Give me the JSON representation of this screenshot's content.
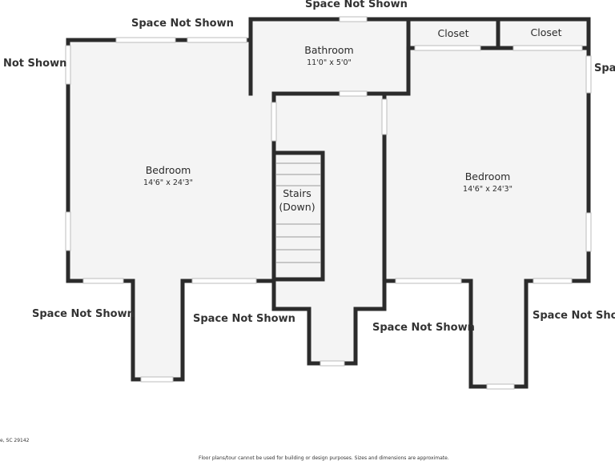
{
  "rooms": {
    "bedroom_left": {
      "name": "Bedroom",
      "dims": "14'6\" x 24'3\""
    },
    "bathroom": {
      "name": "Bathroom",
      "dims": "11'0\" x 5'0\""
    },
    "closet_a": {
      "name": "Closet"
    },
    "closet_b": {
      "name": "Closet"
    },
    "stairs": {
      "line1": "Stairs",
      "line2": "(Down)"
    },
    "bedroom_right": {
      "name": "Bedroom",
      "dims": "14'6\" x 24'3\""
    }
  },
  "space_not_shown": {
    "top_left": "Space Not Shown",
    "top_center": "Space Not Shown",
    "left_edge": "Not Shown",
    "right_edge": "Spac",
    "bottom_1": "Space Not Shown",
    "bottom_2": "Space Not Shown",
    "bottom_3": "Space Not Shown",
    "bottom_4": "Space Not Show"
  },
  "footer": {
    "address": "e, SC 29142",
    "disclaimer": "Floor plans/tour cannot be used for building or design purposes. Sizes and dimensions are approximate."
  }
}
